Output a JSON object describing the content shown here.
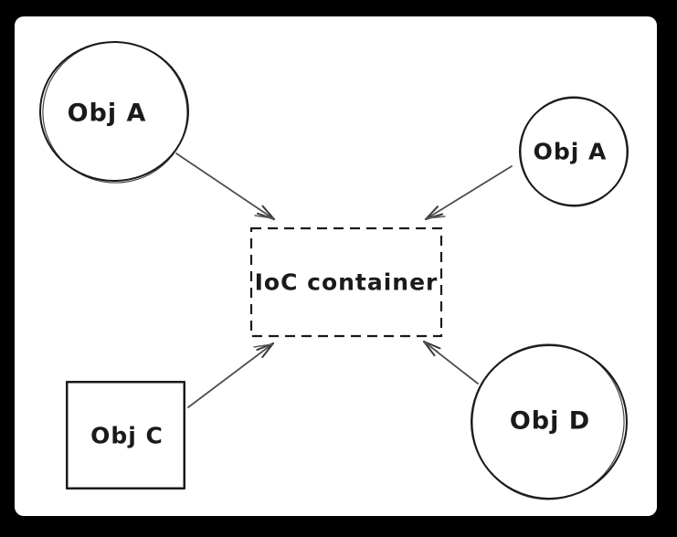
{
  "colors": {
    "frame": "#000000",
    "canvas": "#ffffff",
    "shape_stroke": "#1a1a1a",
    "arrow_stroke": "#4d4d4d",
    "text": "#1a1a1a"
  },
  "nodes": [
    {
      "label": "Obj A",
      "shape": "circle",
      "position": "top-left"
    },
    {
      "label": "Obj A",
      "shape": "circle",
      "position": "top-right"
    },
    {
      "label": "IoC container",
      "shape": "dashed-rectangle",
      "position": "center"
    },
    {
      "label": "Obj C",
      "shape": "square",
      "position": "bottom-left"
    },
    {
      "label": "Obj D",
      "shape": "circle",
      "position": "bottom-right"
    }
  ],
  "edges": [
    {
      "from": "Obj A",
      "to": "IoC container",
      "direction": "top-left to center"
    },
    {
      "from": "Obj A",
      "to": "IoC container",
      "direction": "top-right to center"
    },
    {
      "from": "Obj C",
      "to": "IoC container",
      "direction": "bottom-left to center"
    },
    {
      "from": "Obj D",
      "to": "IoC container",
      "direction": "bottom-right to center"
    }
  ]
}
